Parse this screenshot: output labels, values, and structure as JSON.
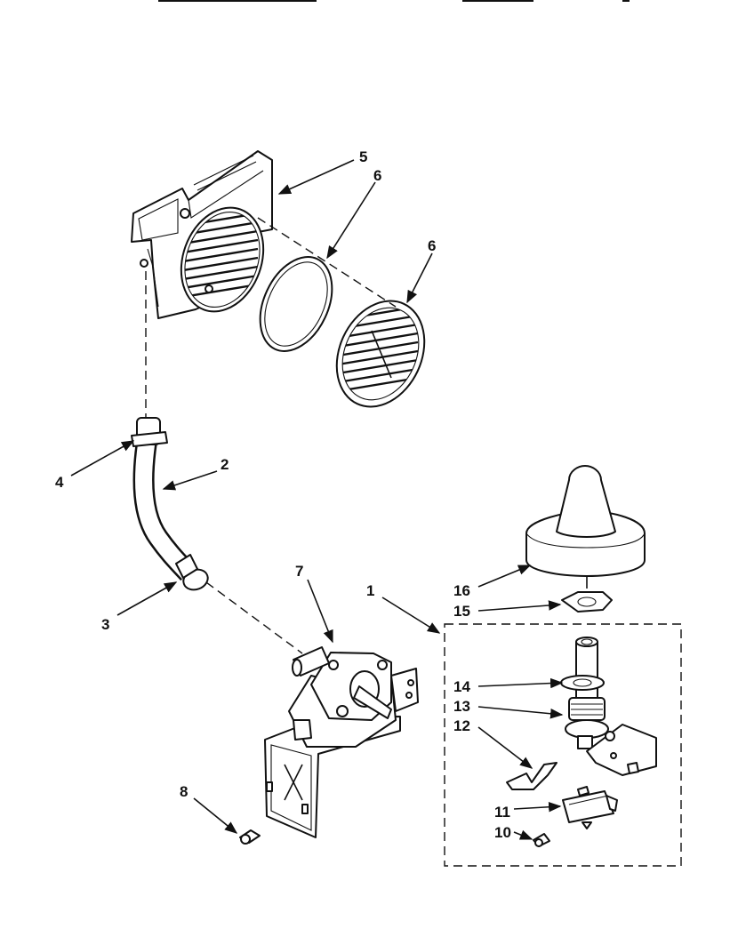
{
  "diagram": {
    "callouts": [
      "1",
      "2",
      "3",
      "4",
      "5",
      "6",
      "6",
      "7",
      "8",
      "10",
      "11",
      "12",
      "13",
      "14",
      "15",
      "16"
    ]
  }
}
